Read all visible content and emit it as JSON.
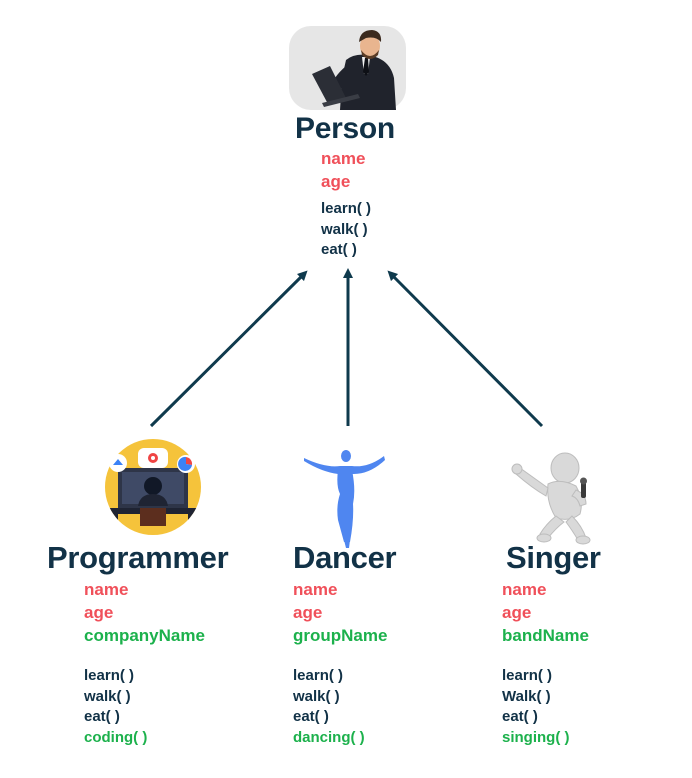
{
  "colors": {
    "title": "#123247",
    "attribute": "#f0505a",
    "subclass_member": "#1cb14c",
    "method": "#123247",
    "arrow": "#0f3a4d"
  },
  "parent": {
    "name": "Person",
    "icon": "businessman-laptop-icon",
    "attributes": [
      "name",
      "age"
    ],
    "methods": [
      "learn( )",
      "walk( )",
      "eat( )"
    ]
  },
  "children": [
    {
      "name": "Programmer",
      "icon": "programmer-at-desk-icon",
      "attributes": [
        "name",
        "age"
      ],
      "own_attribute": "companyName",
      "methods": [
        "learn( )",
        "walk( )",
        "eat( )"
      ],
      "own_method": "coding( )"
    },
    {
      "name": "Dancer",
      "icon": "dancer-silhouette-icon",
      "attributes": [
        "name",
        "age"
      ],
      "own_attribute": "groupName",
      "methods": [
        "learn( )",
        "walk( )",
        "eat( )"
      ],
      "own_method": "dancing( )"
    },
    {
      "name": "Singer",
      "icon": "singer-figure-icon",
      "attributes": [
        "name",
        "age"
      ],
      "own_attribute": "bandName",
      "methods": [
        "learn( )",
        "Walk( )",
        "eat( )"
      ],
      "own_method": "singing( )"
    }
  ]
}
